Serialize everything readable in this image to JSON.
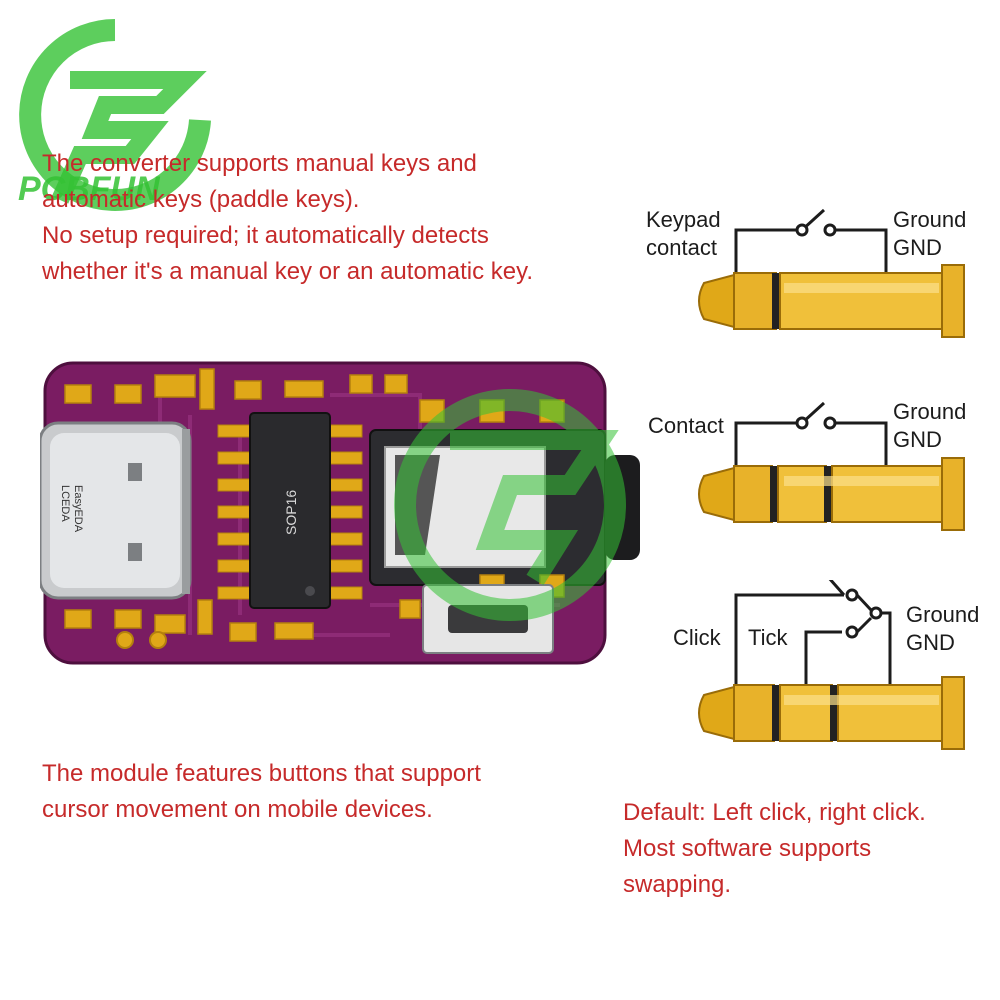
{
  "colors": {
    "text": "#c62a2a",
    "label": "#1c1c1c",
    "pcb": "#7a1c62",
    "gold": "#e0a818",
    "logo": "#35c235"
  },
  "watermark": {
    "text": "PCBFUN",
    "icon": "pcbfun-logo-icon"
  },
  "intro": {
    "lines": [
      "The converter supports manual keys and",
      "automatic keys (paddle keys).",
      "No setup required; it automatically detects",
      "whether it's a manual key or an automatic key."
    ]
  },
  "module_note": {
    "lines": [
      "The module features buttons that support",
      "cursor movement on mobile devices."
    ]
  },
  "default_note": {
    "lines": [
      "Default: Left click, right click.",
      "Most software supports",
      "swapping."
    ]
  },
  "board": {
    "chip_label": "SOP16",
    "brand_line1": "LCEDA",
    "brand_line2": "EasyEDA"
  },
  "plugs": [
    {
      "left_label": [
        "Keypad",
        "contact"
      ],
      "right_label": [
        "Ground",
        "GND"
      ]
    },
    {
      "left_label": [
        "Contact"
      ],
      "right_label": [
        "Ground",
        "GND"
      ]
    },
    {
      "left_labels": [
        "Click",
        "Tick"
      ],
      "right_label": [
        "Ground",
        "GND"
      ]
    }
  ]
}
